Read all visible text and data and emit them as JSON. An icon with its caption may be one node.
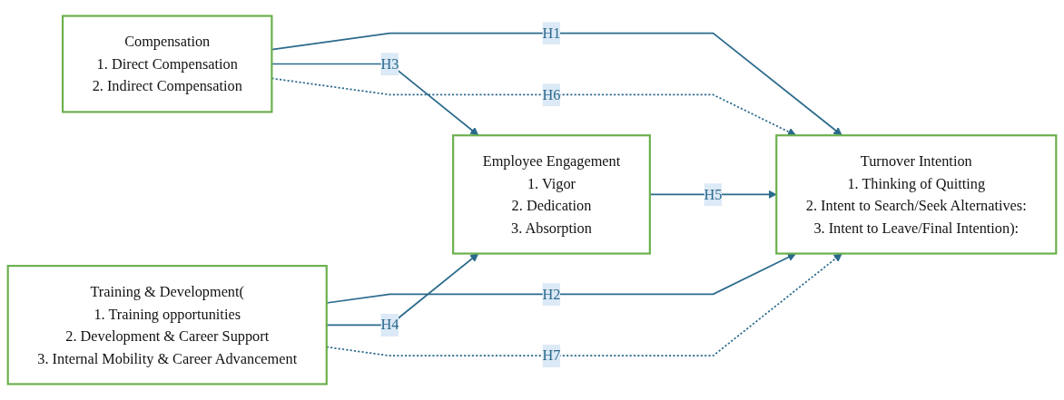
{
  "diagram": {
    "nodes": [
      {
        "text": [
          "Compensation",
          "1. Direct Compensation",
          "2. Indirect Compensation"
        ]
      },
      {
        "text": [
          "Training & Development(",
          "1. Training opportunities",
          "2. Development & Career Support",
          "3. Internal Mobility & Career Advancement"
        ]
      },
      {
        "text": [
          "Employee Engagement",
          "1. Vigor",
          "2. Dedication",
          "3. Absorption"
        ]
      },
      {
        "text": [
          "Turnover Intention",
          "1. Thinking of Quitting",
          "2. Intent to Search/Seek Alternatives:",
          "3. Intent to Leave/Final Intention):"
        ]
      }
    ],
    "edges": [
      {
        "from": 0,
        "to": 3,
        "arrow": "to",
        "label": "H1"
      },
      {
        "from": 1,
        "to": 3,
        "arrow": "to",
        "label": "H2"
      },
      {
        "from": 0,
        "to": 2,
        "arrow": "to",
        "label": "H3"
      },
      {
        "from": 1,
        "to": 2,
        "arrow": "to",
        "label": "H4"
      },
      {
        "from": 2,
        "to": 3,
        "arrow": "to",
        "label": "H5"
      },
      {
        "from": 0,
        "to": 3,
        "arrow": "to",
        "label": "H6",
        "style": "dashed"
      },
      {
        "from": 1,
        "to": 3,
        "arrow": "to",
        "label": "H7",
        "style": "dashed"
      }
    ]
  }
}
